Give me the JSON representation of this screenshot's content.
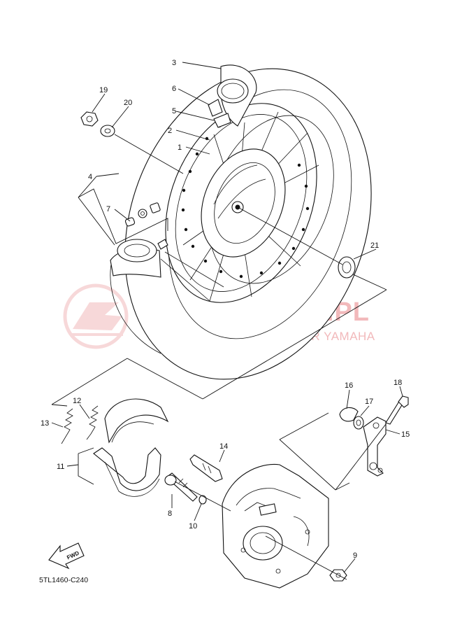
{
  "diagram_code": "5TL1460-C240",
  "watermark": {
    "title": "YAMA-SKLEP.PL",
    "subtitle": "WOJCIECHOWICZ | DEALER YAMAHA",
    "color": "#f2b9bb"
  },
  "fwd_label": "FWD",
  "callouts": [
    "1",
    "2",
    "3",
    "4",
    "5",
    "6",
    "7",
    "8",
    "9",
    "10",
    "11",
    "12",
    "13",
    "14",
    "15",
    "16",
    "17",
    "18",
    "19",
    "20",
    "21"
  ]
}
